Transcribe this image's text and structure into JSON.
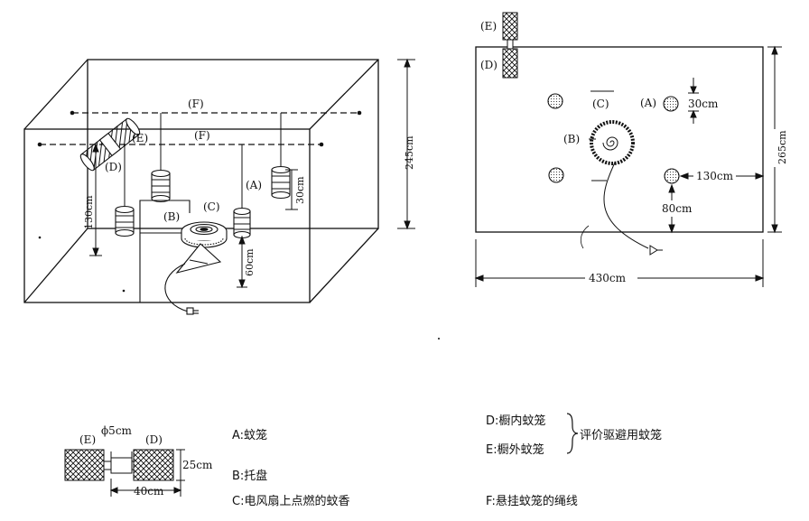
{
  "perspective": {
    "label_F_top": "(F)",
    "label_F_mid": "(F)",
    "label_E": "(E)",
    "label_D": "(D)",
    "label_A": "(A)",
    "label_B": "(B)",
    "label_C": "(C)",
    "dim_height": "245cm",
    "dim_130": "130cm",
    "dim_30": "30cm",
    "dim_60": "60cm"
  },
  "plan": {
    "label_E": "(E)",
    "label_D": "(D)",
    "label_A": "(A)",
    "label_B": "(B)",
    "label_C": "(C)",
    "dim_30": "30cm",
    "dim_130": "130cm",
    "dim_80": "80cm",
    "dim_265": "265cm",
    "dim_430": "430cm"
  },
  "cage_detail": {
    "label_E": "(E)",
    "label_D": "(D)",
    "dim_phi": "ϕ5cm",
    "dim_25": "25cm",
    "dim_40": "40cm"
  },
  "legend": {
    "A": "A:蚊笼",
    "B": "B:托盘",
    "C": "C:电风扇上点燃的蚊香",
    "D": "D:橱内蚊笼",
    "E": "E:橱外蚊笼",
    "DE_note": "评价驱避用蚊笼",
    "F": "F:悬挂蚊笼的绳线"
  }
}
